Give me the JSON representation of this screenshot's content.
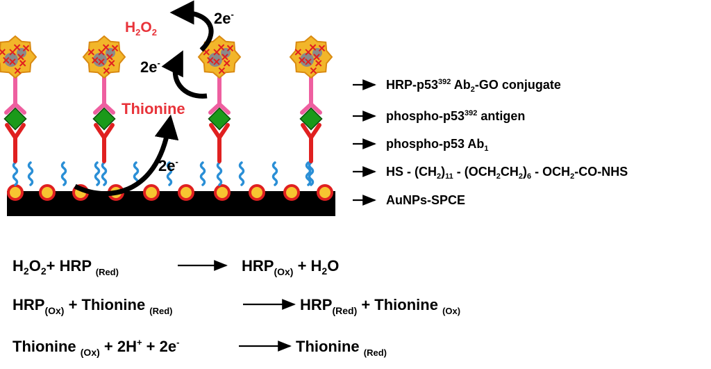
{
  "scheme": {
    "h2o2": {
      "base": "H",
      "sub1": "2",
      "mid": "O",
      "sub2": "2"
    },
    "electrons_top": {
      "base": "2e",
      "sup": "-"
    },
    "electrons_mid": {
      "base": "2e",
      "sup": "-"
    },
    "electrons_low": {
      "base": "2e",
      "sup": "-"
    },
    "thionine_label": "Thionine",
    "colors": {
      "red_label": "#e8333a",
      "antibody_pink": "#ee5fa0",
      "antibody_red": "#e02020",
      "antigen_green": "#1a9a1a",
      "linker_blue": "#2a8fd6",
      "gold": "#f7c531",
      "electrode": "#000000"
    }
  },
  "legend": {
    "conjugate": {
      "a": "HRP-p53",
      "sup": "392",
      "b": " Ab",
      "sub": "2",
      "c": "-GO conjugate"
    },
    "antigen": {
      "a": "phospho-p53",
      "sup": "392",
      "b": " antigen"
    },
    "antibody": {
      "a": "phospho-p53 Ab",
      "sub": "1"
    },
    "linker": {
      "p1": "HS - (CH",
      "s1": "2",
      "p2": ")",
      "s2": "11",
      "p3": " - (OCH",
      "s3": "2",
      "p4": "CH",
      "s4": "2",
      "p5": ")",
      "s5": "6",
      "p6": " - OCH",
      "s6": "2",
      "p7": "-CO-NHS"
    },
    "electrode": "AuNPs-SPCE"
  },
  "equations": [
    {
      "l1": "H",
      "ls1": "2",
      "l2": "O",
      "ls2": "2",
      "l3": "+ HRP ",
      "ls3": "(Red)",
      "r1": "HRP",
      "rs1": "(Ox)",
      "r2": " + H",
      "rs2": "2",
      "r3": "O"
    },
    {
      "l1": "HRP",
      "ls1": "(Ox)",
      "l2": " + Thionine ",
      "ls2": "(Red)",
      "r1": "HRP",
      "rs1": "(Red)",
      "r2": " + Thionine ",
      "rs2": "(Ox)"
    },
    {
      "l1": "Thionine ",
      "ls1": "(Ox)",
      "l2": " + 2H",
      "lsup": "+",
      "l3": " + 2e",
      "lsup2": "-",
      "r1": "Thionine ",
      "rs1": "(Red)"
    }
  ]
}
